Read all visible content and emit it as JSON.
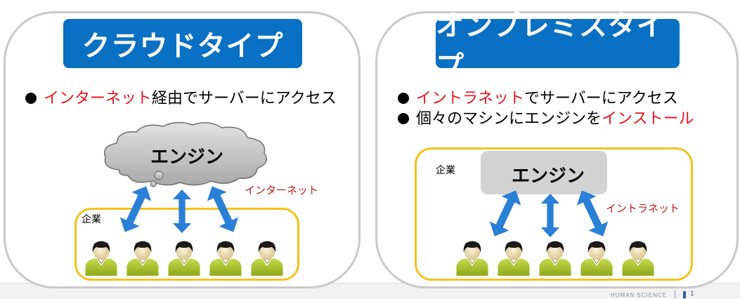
{
  "cloud_panel": {
    "title": "クラウドタイプ",
    "bullet_red": "インターネット",
    "bullet_rest": "経由でサーバーにアクセス",
    "engine_label": "エンジン",
    "network_label": "インターネット",
    "company_label": "企業"
  },
  "onprem_panel": {
    "title": "オンプレミスタイプ",
    "bullet1_red": "イントラネット",
    "bullet1_rest": "でサーバーにアクセス",
    "bullet2_start": "個々のマシンにエンジンを",
    "bullet2_red": "インストール",
    "engine_label": "エンジン",
    "network_label": "イントラネット",
    "company_label": "企業"
  },
  "footer": {
    "brand": "HUMAN SCIENCE",
    "page": "1"
  },
  "colors": {
    "title_blue": "#0a70c4",
    "accent_red": "#e8141c",
    "arrow_blue": "#2a7fd6",
    "company_border": "#f4c21c",
    "panel_border": "#c9c9c9"
  },
  "icons": [
    "cloud-icon",
    "double-arrow-icon",
    "person-icon"
  ]
}
